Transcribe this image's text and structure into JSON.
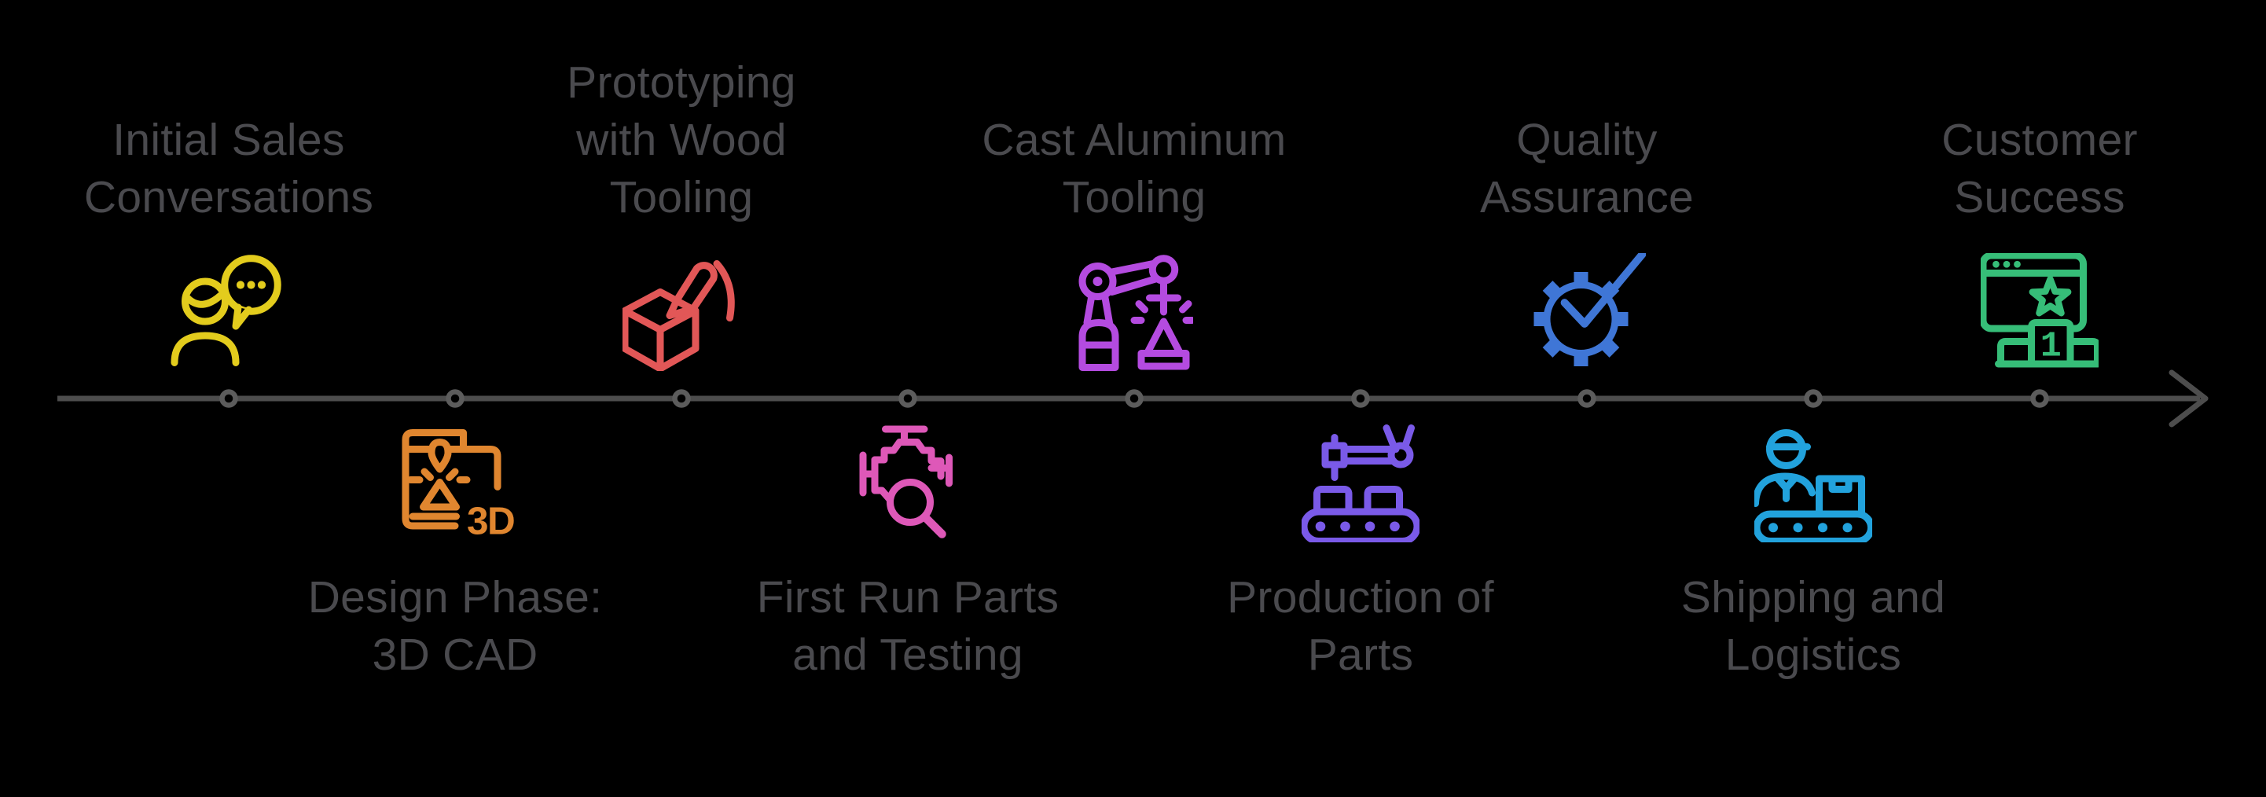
{
  "background_color": "#000000",
  "label_text_color": "#4a4a4e",
  "timeline": {
    "line_color": "#4d4d4d",
    "node_ring_color": "#5c5c5c",
    "node_fill_color": "#000000",
    "direction": "left-to-right",
    "node_count": 9,
    "arrowhead": "chevron-right"
  },
  "stages": [
    {
      "label": "Initial Sales\nConversations",
      "position": "above",
      "color": "#e3cc1d",
      "icon": "sales-conversation-icon"
    },
    {
      "label": "Design Phase:\n3D CAD",
      "position": "below",
      "color": "#e0862f",
      "icon": "3d-printer-icon"
    },
    {
      "label": "Prototyping\nwith Wood\nTooling",
      "position": "above",
      "color": "#e25757",
      "icon": "wood-tooling-cube-icon"
    },
    {
      "label": "First Run Parts\nand Testing",
      "position": "below",
      "color": "#de58b8",
      "icon": "engine-inspection-icon"
    },
    {
      "label": "Cast Aluminum\nTooling",
      "position": "above",
      "color": "#b44be0",
      "icon": "welding-robot-icon"
    },
    {
      "label": "Production of\nParts",
      "position": "below",
      "color": "#7a5ae8",
      "icon": "conveyor-robot-icon"
    },
    {
      "label": "Quality\nAssurance",
      "position": "above",
      "color": "#3f76d6",
      "icon": "gear-checkmark-icon"
    },
    {
      "label": "Shipping and\nLogistics",
      "position": "below",
      "color": "#22a2dc",
      "icon": "worker-conveyor-icon"
    },
    {
      "label": "Customer\nSuccess",
      "position": "above",
      "color": "#36bd78",
      "icon": "winner-browser-icon"
    },
    {
      "podium_rank": "1",
      "printer_badge": "3D"
    }
  ]
}
